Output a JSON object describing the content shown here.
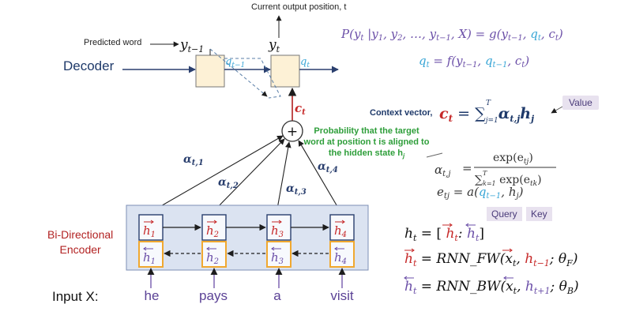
{
  "labels": {
    "current_output": "Current output position, t",
    "predicted_word": "Predicted word",
    "decoder": "Decoder",
    "encoder_line1": "Bi-Directional",
    "encoder_line2": "Encoder",
    "input_x": "Input  X:",
    "context_vector": "Context vector,",
    "prob_line1": "Probability that the target",
    "prob_line2": "word at position t is aligned to",
    "prob_line3": "the hidden state h",
    "value_tag": "Value",
    "query_tag": "Query",
    "key_tag": "Key"
  },
  "input_words": [
    "he",
    "pays",
    "a",
    "visit"
  ],
  "math": {
    "y_prev": "y",
    "y_prev_sub": "t−1",
    "y_t": "y",
    "y_t_sub": "t",
    "q_prev": "q",
    "q_prev_sub": "t−1",
    "q_t": "q",
    "q_t_sub": "t",
    "c_t": "c",
    "c_t_sub": "t",
    "plus": "+",
    "alphas": [
      {
        "base": "α",
        "sub": "t,1"
      },
      {
        "base": "α",
        "sub": "t,2"
      },
      {
        "base": "α",
        "sub": "t,3"
      },
      {
        "base": "α",
        "sub": "t,4"
      }
    ],
    "h_fw": [
      {
        "base": "h",
        "sub": "1"
      },
      {
        "base": "h",
        "sub": "2"
      },
      {
        "base": "h",
        "sub": "3"
      },
      {
        "base": "h",
        "sub": "4"
      }
    ],
    "h_bw": [
      {
        "base": "h",
        "sub": "1"
      },
      {
        "base": "h",
        "sub": "2"
      },
      {
        "base": "h",
        "sub": "3"
      },
      {
        "base": "h",
        "sub": "4"
      }
    ],
    "eq_p_left": "P(y",
    "eq_p_mid": " |y",
    "eq_p_rest": ", y",
    "eq_p_dots": ", …, y",
    "eq_p_x": ", X) = g(y",
    "eq_p_comma": ", ",
    "eq_p_close": ")",
    "eq_q_lhs": "q",
    "eq_q_eq": " = f(y",
    "eq_ct_lhs": "c",
    "eq_ct_eq": " = ∑",
    "eq_ct_sum_sup": "T",
    "eq_ct_sum_sub": "j=1",
    "eq_ct_alpha": "α",
    "eq_ct_alpha_sub": "t,j",
    "eq_ct_h": "h",
    "eq_ct_h_sub": "j",
    "eq_alpha_lhs": "α",
    "eq_alpha_lhs_sub": "t,j",
    "eq_alpha_eq": "=",
    "eq_alpha_num": "exp(e",
    "eq_alpha_num_sub": "tj",
    "eq_alpha_den_sum": "∑",
    "eq_alpha_den_sup": "T",
    "eq_alpha_den_sub": "k=1",
    "eq_alpha_den_exp": " exp(e",
    "eq_alpha_den_exp_sub": "tk",
    "eq_e_lhs": "e",
    "eq_e_lhs_sub": "tj",
    "eq_e_eq": " = a(",
    "eq_e_q": "q",
    "eq_e_q_sub": "t−1",
    "eq_e_h": ", h",
    "eq_e_h_sub": "j",
    "eq_h_lhs": "h",
    "eq_h_eq": " = [ ",
    "eq_h_colon": ": ",
    "eq_h_close": "]",
    "eq_fw_eq": " = RNN_FW(x",
    "eq_fw_comma": ", ",
    "eq_fw_theta": "; θ",
    "eq_fw_theta_sub": "F",
    "eq_bw_eq": " = RNN_BW(x",
    "eq_bw_comma": ", ",
    "eq_bw_theta": "; θ",
    "eq_bw_theta_sub": "B",
    "sub_t": "t",
    "sub_1": "1",
    "sub_2": "2",
    "sub_t1": "t−1",
    "sub_tp1": "t+1",
    "sub_j": "j"
  },
  "colors": {
    "purple": "#6b4fa8",
    "blue_math": "#3aa6d6",
    "red": "#c62828",
    "navy": "#1f3a6a",
    "green": "#2e9e3a",
    "encoder_bg": "#dbe3f1",
    "decoder_box": "#fdf1d6",
    "orange": "#f0a830"
  }
}
